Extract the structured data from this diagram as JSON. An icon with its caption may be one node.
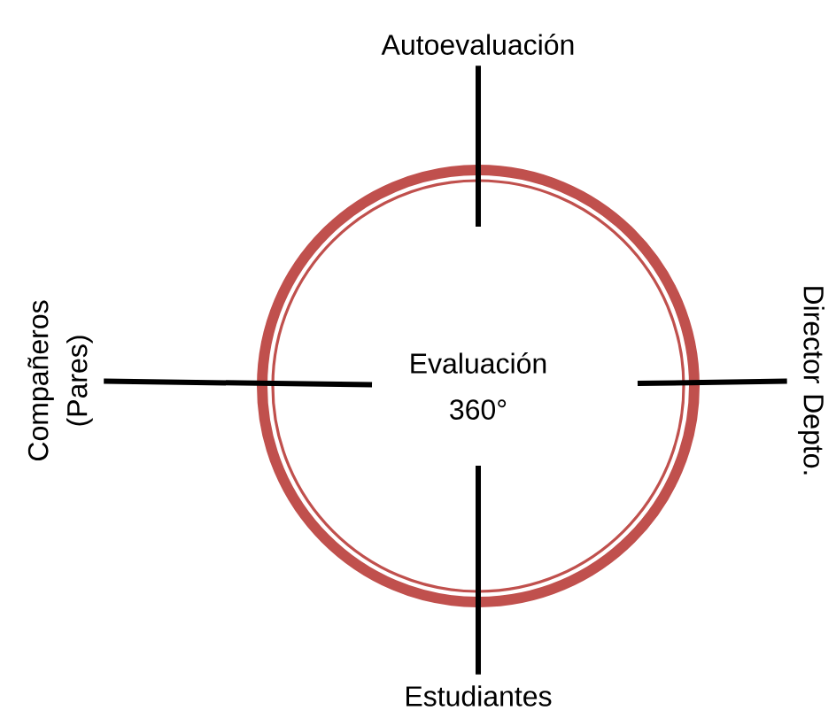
{
  "diagram": {
    "nodes": [
      {
        "text": [
          "Evaluación 360°"
        ]
      },
      {
        "text": [
          "Autoevaluación"
        ]
      },
      {
        "text": [
          "Director Depto."
        ]
      },
      {
        "text": [
          "Estudiantes"
        ]
      },
      {
        "text": [
          "Compañeros (Pares)"
        ]
      }
    ],
    "edges": [
      {
        "from": 1,
        "to": 0,
        "arrow": "none"
      },
      {
        "from": 2,
        "to": 0,
        "arrow": "none"
      },
      {
        "from": 3,
        "to": 0,
        "arrow": "none"
      },
      {
        "from": 4,
        "to": 0,
        "arrow": "none"
      }
    ]
  }
}
